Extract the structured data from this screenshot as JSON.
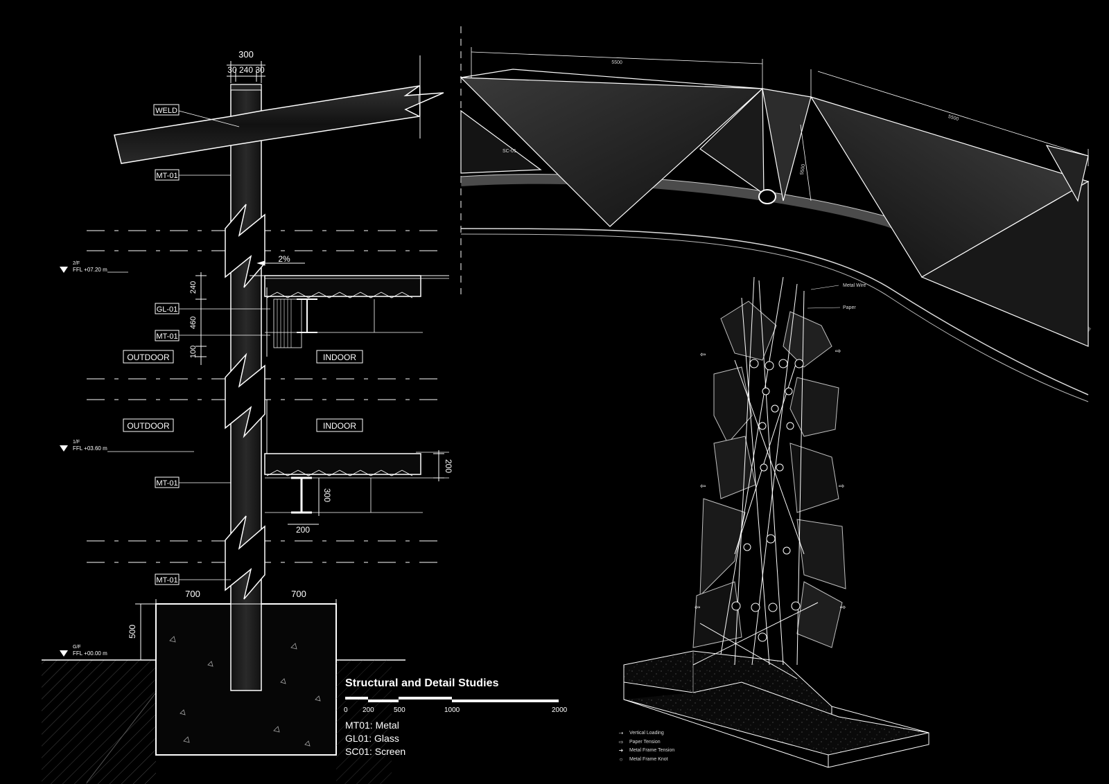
{
  "title": "Structural and Detail Studies",
  "scale_bar": {
    "ticks": [
      "0",
      "200",
      "500",
      "1000",
      "2000"
    ]
  },
  "materials": [
    "MT01: Metal",
    "GL01: Glass",
    "SC01: Screen"
  ],
  "section": {
    "dims": {
      "column_width": "300",
      "column_split": "30 240 30",
      "floor_240": "240",
      "floor_460": "460",
      "floor_100": "100",
      "slab_200": "200",
      "beam_300": "300",
      "beam_200": "200",
      "footing_left": "700",
      "footing_right": "700",
      "footing_depth": "500",
      "slope": "2%"
    },
    "tags": {
      "weld": "WELD",
      "mt01_a": "MT-01",
      "gl01": "GL-01",
      "mt01_b": "MT-01",
      "mt01_c": "MT-01",
      "mt01_d": "MT-01",
      "outdoor_1": "OUTDOOR",
      "indoor_1": "INDOOR",
      "outdoor_2": "OUTDOOR",
      "indoor_2": "INDOOR"
    },
    "levels": [
      {
        "floor": "2/F",
        "ffl": "FFL +07.20 m"
      },
      {
        "floor": "1/F",
        "ffl": "FFL +03.60 m"
      },
      {
        "floor": "G/F",
        "ffl": "FFL +00.00 m"
      }
    ]
  },
  "roof": {
    "dim1": "5500",
    "dim2": "5500",
    "dim3": "5500",
    "sc_tag": "SC-01"
  },
  "axon": {
    "labels": {
      "metal_wire": "Metal Wire",
      "paper": "Paper"
    },
    "keys": [
      {
        "icon": "vertical-loading-icon",
        "symbol": "⇢",
        "label": "Vertical Loading"
      },
      {
        "icon": "paper-tension-icon",
        "symbol": "⇨",
        "label": "Paper Tension"
      },
      {
        "icon": "frame-tension-icon",
        "symbol": "➜",
        "label": "Metal Frame Tension"
      },
      {
        "icon": "frame-knot-icon",
        "symbol": "○",
        "label": "Metal Frame Knot"
      }
    ]
  }
}
